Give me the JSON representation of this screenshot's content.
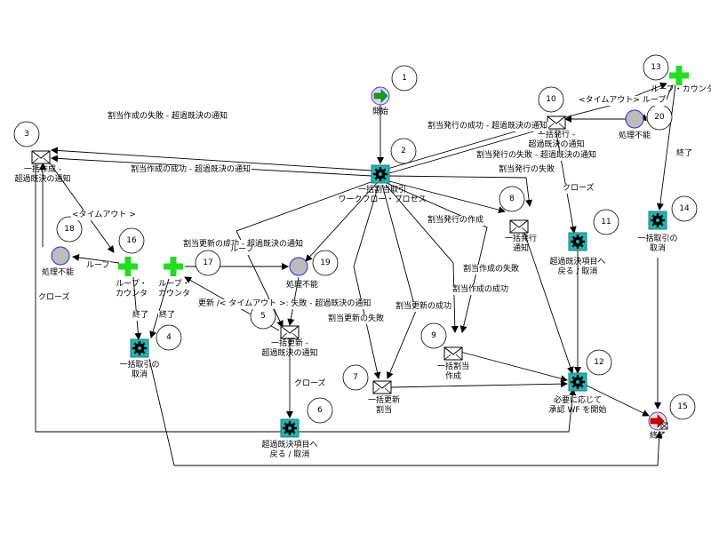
{
  "colors": {
    "line": "#000000",
    "node_fill": "#22b4b4",
    "gear": "#000000",
    "plus": "#22dd22",
    "grey_node": "#bcbcbc",
    "grey_ring": "#4444cc",
    "start": "#1a9f1a",
    "end": "#cc0000"
  },
  "nodes": {
    "n1": {
      "num": "1",
      "icon": "start-icon",
      "label": "開始"
    },
    "n2": {
      "num": "2",
      "icon": "gear-icon",
      "label1": "一括割当取引",
      "label2": "ワークフロー・プロセス"
    },
    "n3": {
      "num": "3",
      "icon": "envelope-icon",
      "label1": "一括作成 -",
      "label2": "超過既決の通知"
    },
    "n4": {
      "num": "4",
      "icon": "gear-icon",
      "label1": "一括取引の",
      "label2": "取消"
    },
    "n5": {
      "num": "5",
      "icon": "envelope-icon",
      "label1": "一括更新 -",
      "label2": "超過既決の通知"
    },
    "n6": {
      "num": "6",
      "icon": "gear-icon",
      "label1": "超過既決項目へ",
      "label2": "戻る / 取消"
    },
    "n7": {
      "num": "7",
      "icon": "envelope-icon",
      "label1": "一括更新",
      "label2": "割当"
    },
    "n8": {
      "num": "8",
      "icon": "envelope-icon",
      "label1": "一括発行",
      "label2": "通知"
    },
    "n9": {
      "num": "9",
      "icon": "envelope-icon",
      "label1": "一括割当",
      "label2": "作成"
    },
    "n10": {
      "num": "10",
      "icon": "envelope-icon",
      "label1": "一括発行 -",
      "label2": "超過既決の通知"
    },
    "n11": {
      "num": "11",
      "icon": "gear-icon",
      "label1": "超過既決項目へ",
      "label2": "戻る / 取消"
    },
    "n12": {
      "num": "12",
      "icon": "gear-icon",
      "label1": "必要に応じて",
      "label2": "承認 WF を開始"
    },
    "n13": {
      "num": "13",
      "icon": "plus-icon",
      "label": "ループ・カウンタ"
    },
    "n14": {
      "num": "14",
      "icon": "gear-icon",
      "label1": "一括取引の",
      "label2": "取消"
    },
    "n15": {
      "num": "15",
      "icon": "end-icon",
      "label": "終了"
    },
    "n16": {
      "num": "16",
      "icon": "plus-icon",
      "label1": "ループ・",
      "label2": "カウンタ"
    },
    "n17": {
      "num": "17",
      "icon": "plus-icon",
      "label1": "ループ・",
      "label2": "カウンタ"
    },
    "n18": {
      "num": "18",
      "icon": "grey-circle-icon",
      "label": "処理不能"
    },
    "n19": {
      "num": "19",
      "icon": "grey-circle-icon",
      "label": "処理不能"
    },
    "n20": {
      "num": "20",
      "icon": "grey-circle-icon",
      "label": "処理不能"
    }
  },
  "edge_labels": {
    "e_create_fail": "割当作成の失敗 - 超過既決の通知",
    "e_create_success": "割当作成の成功 - 超過既決の通知",
    "e_issue_success_notify": "割当発行の成功 - 超過既決の通知",
    "e_issue_fail_notify": "割当発行の失敗 - 超過既決の通知",
    "e_issue_fail": "割当発行の失敗",
    "e_close_11": "クローズ",
    "e_timeout_13": "<タイムアウト> ループ",
    "e_end_13": "終了",
    "e_issue_create": "割当発行の作成",
    "e_create_fail_9": "割当作成の失敗",
    "e_create_success_9": "割当作成の成功",
    "e_update_success_notify": "割当更新の成功 - 超過既決の通知",
    "e_loop_17": "ループ",
    "e_update_timeout": "更新 /< タイムアウト >: 失敗 - 超過既決の通知",
    "e_update_fail": "割当更新の失敗",
    "e_update_success": "割当更新の成功",
    "e_close_6": "クローズ",
    "e_timeout_3": "<タイムアウト >",
    "e_loop_16": "ループ",
    "e_end_16": "終了",
    "e_end_17": "終了",
    "e_close_3": "クローズ"
  }
}
